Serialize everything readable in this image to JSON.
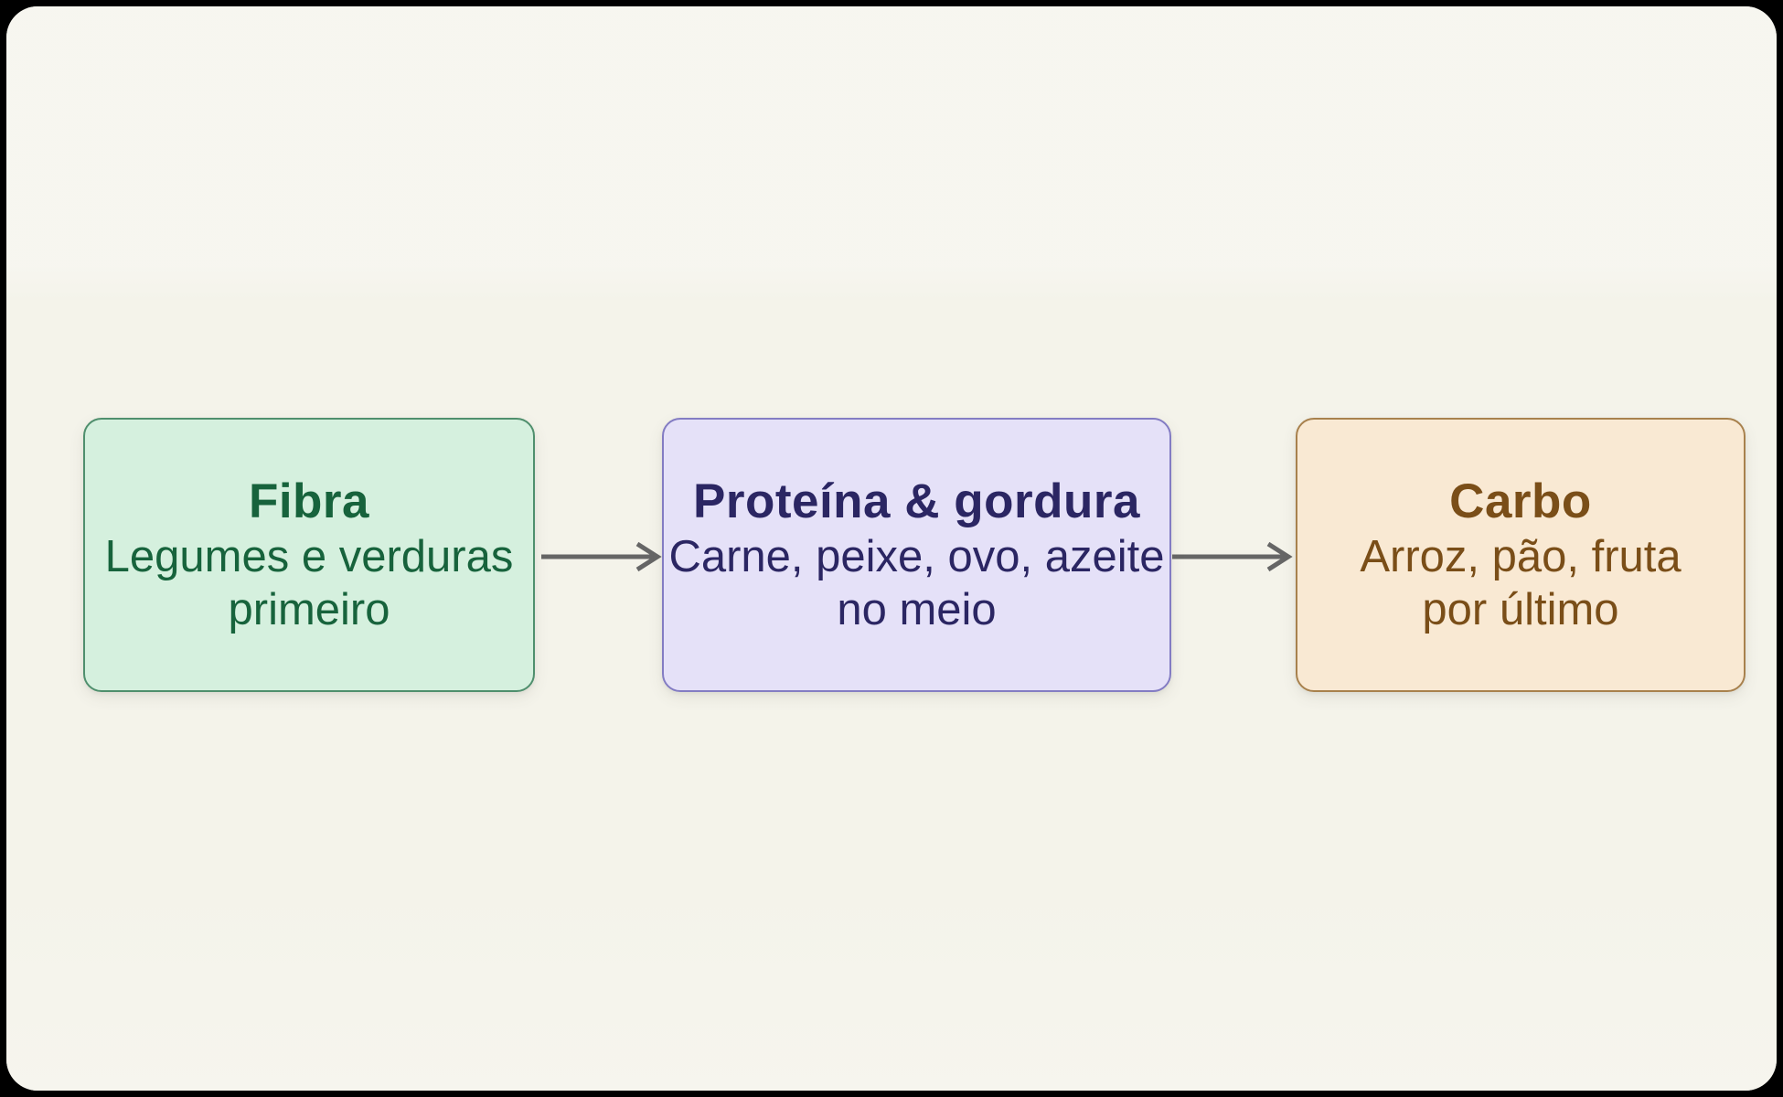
{
  "canvas": {
    "outer_background": "#000000",
    "background": "#f5f4ec"
  },
  "diagram": {
    "arrow_color": "#666666",
    "nodes": [
      {
        "id": "fibra",
        "title": "Fibra",
        "lines": [
          "Legumes e verduras",
          "primeiro"
        ],
        "fill": "#d5f0de",
        "border": "#4f8f6d",
        "text_color": "#17633c"
      },
      {
        "id": "proteina-gordura",
        "title": "Proteína & gordura",
        "lines": [
          "Carne, peixe, ovo, azeite",
          "no meio"
        ],
        "fill": "#e5e1f8",
        "border": "#837cc3",
        "text_color": "#2b2663"
      },
      {
        "id": "carbo",
        "title": "Carbo",
        "lines": [
          "Arroz, pão, fruta",
          "por último"
        ],
        "fill": "#f9e9d3",
        "border": "#a8814d",
        "text_color": "#7a4e18"
      }
    ]
  }
}
